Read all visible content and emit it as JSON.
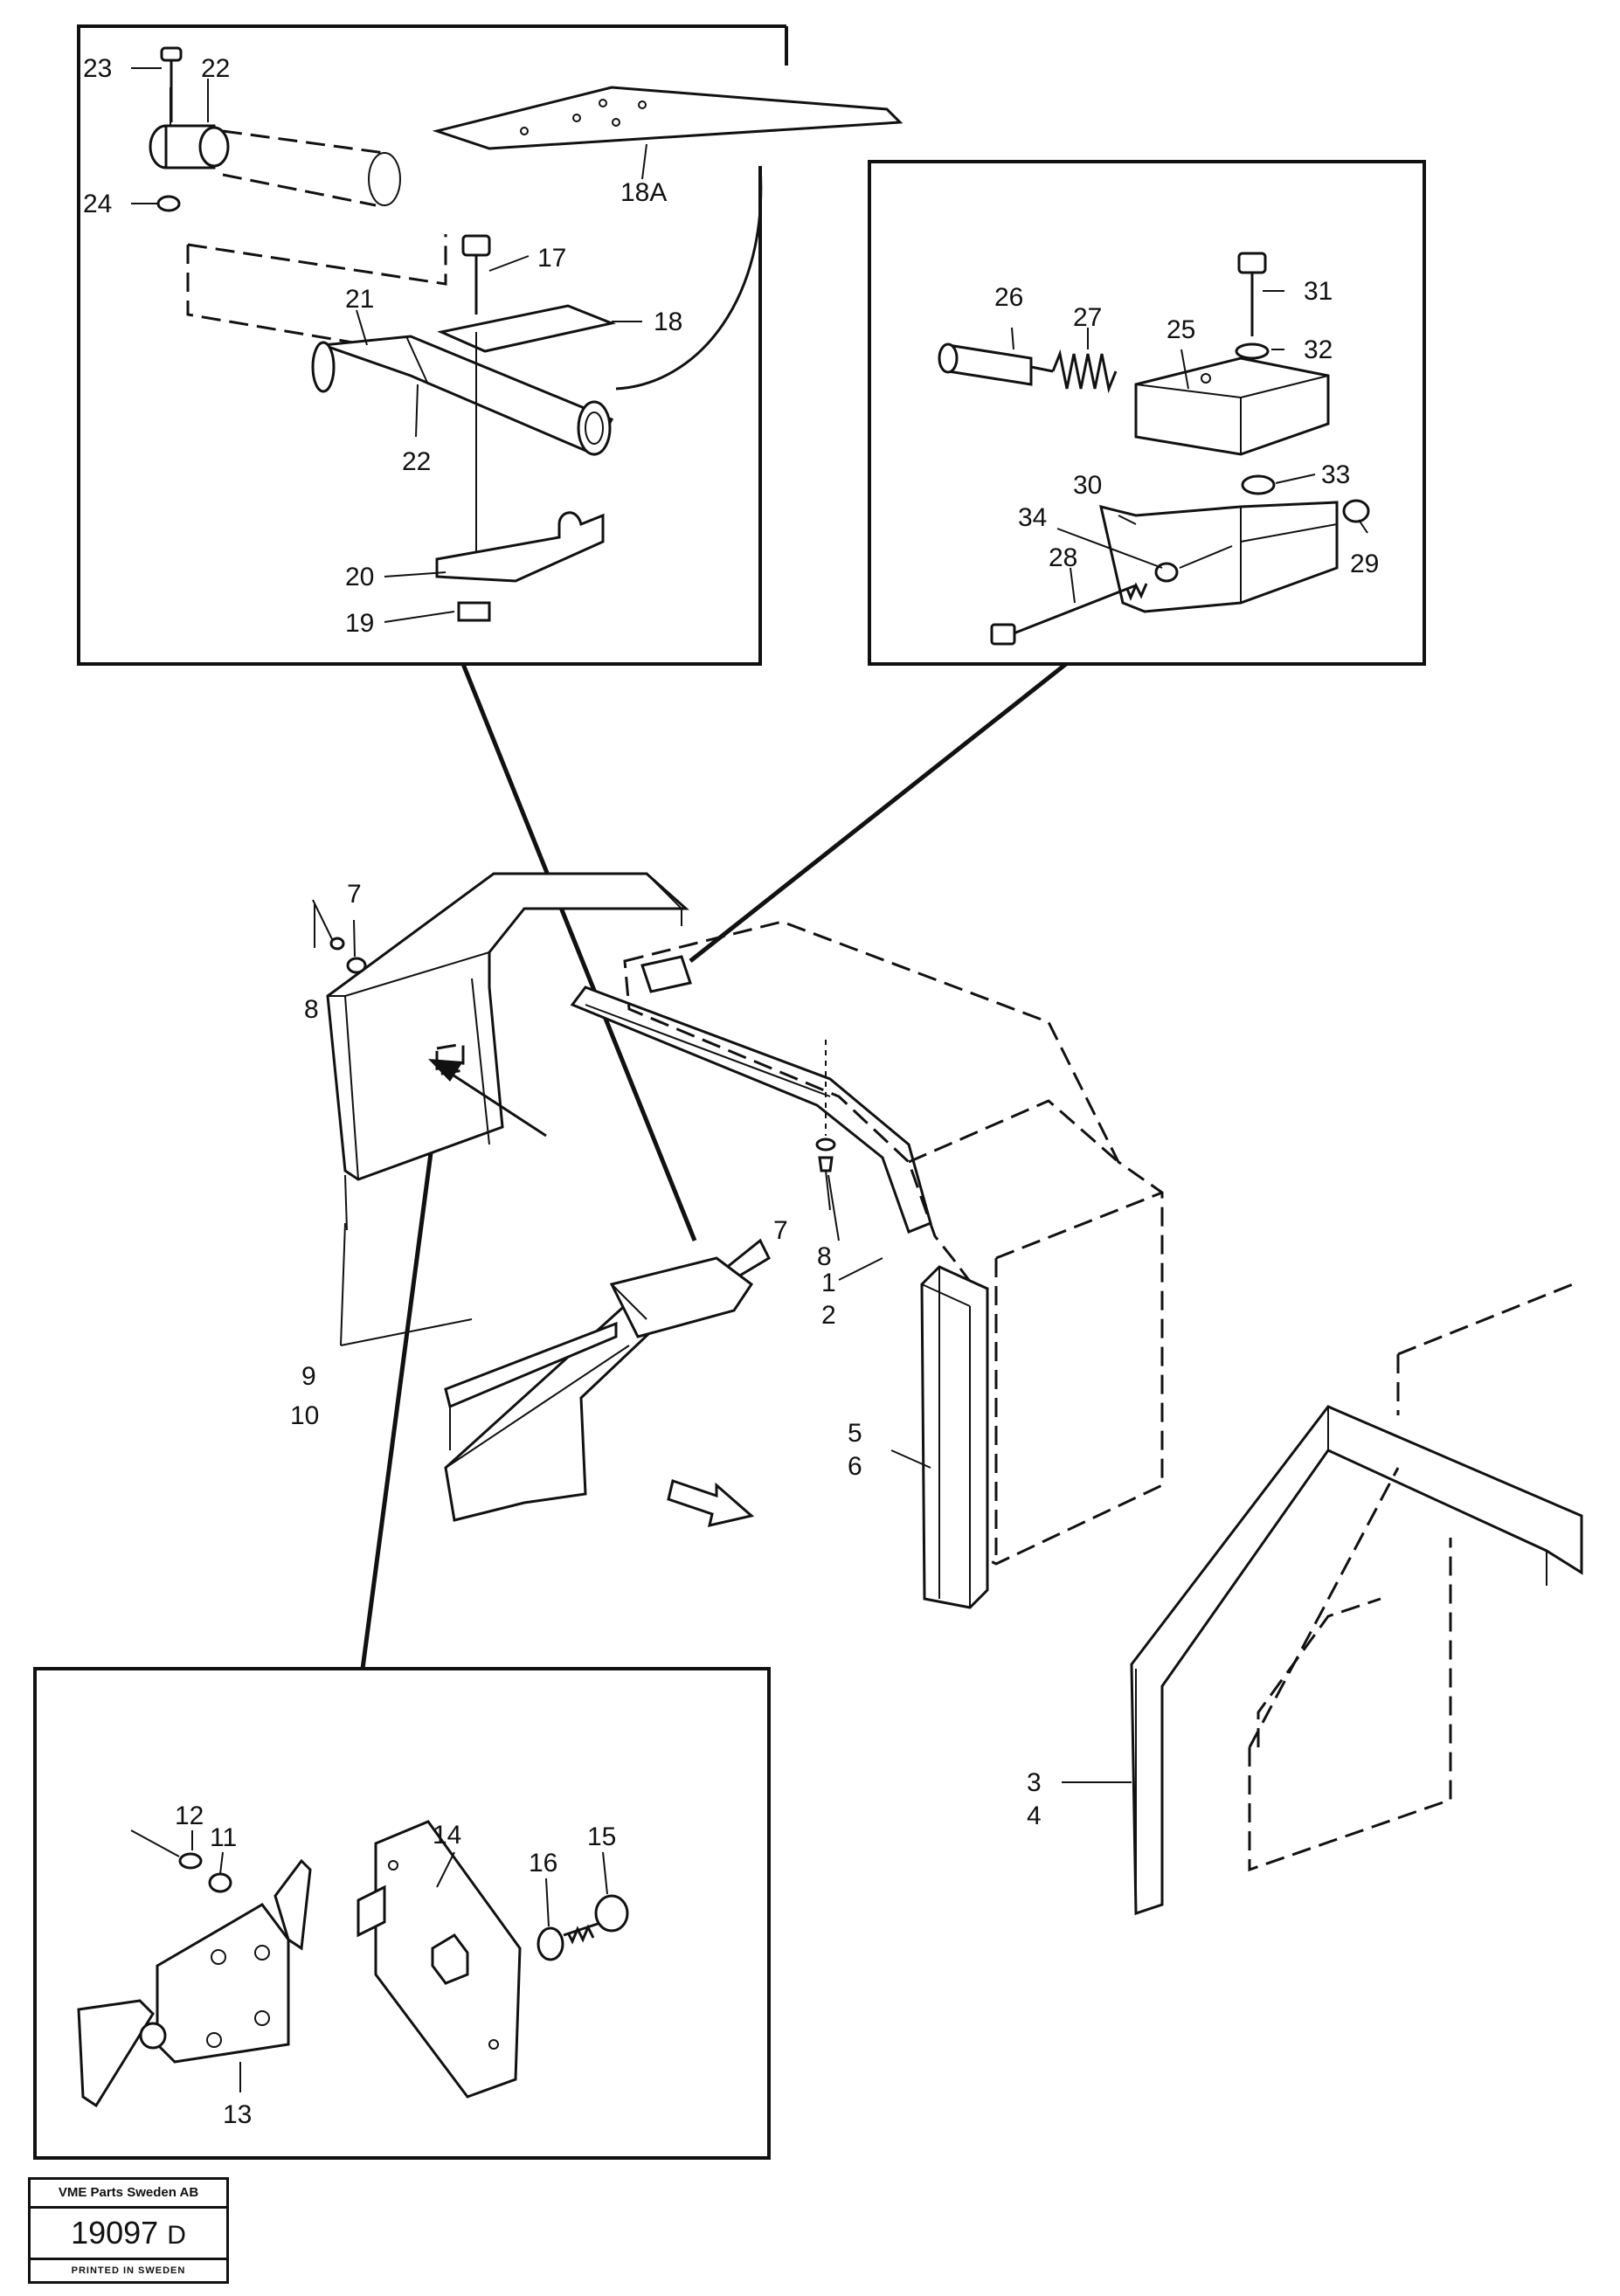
{
  "labels": {
    "l1": "1",
    "l2": "2",
    "l3": "3",
    "l4": "4",
    "l5": "5",
    "l6": "6",
    "l7a": "7",
    "l7b": "7",
    "l8a": "8",
    "l8b": "8",
    "l9": "9",
    "l10": "10",
    "l11": "11",
    "l12": "12",
    "l13": "13",
    "l14": "14",
    "l15": "15",
    "l16": "16",
    "l17": "17",
    "l18": "18",
    "l18a": "18A",
    "l19": "19",
    "l20": "20",
    "l21": "21",
    "l22a": "22",
    "l22b": "22",
    "l23": "23",
    "l24": "24",
    "l25": "25",
    "l26": "26",
    "l27": "27",
    "l28": "28",
    "l29": "29",
    "l30": "30",
    "l31": "31",
    "l32": "32",
    "l33": "33",
    "l34": "34"
  },
  "title_block": {
    "company": "VME Parts Sweden AB",
    "number": "19097",
    "revision": "D",
    "printed": "PRINTED IN SWEDEN"
  }
}
